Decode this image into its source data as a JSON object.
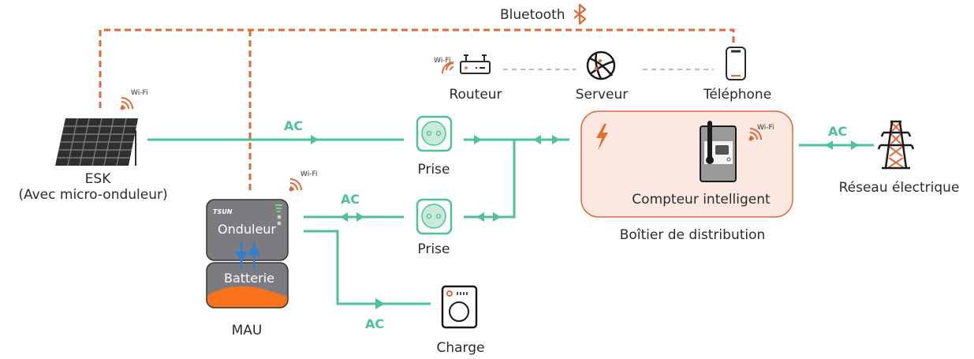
{
  "colors": {
    "ac_line": "#4cc295",
    "bluetooth_line": "#e0693a",
    "network_line": "#bdbdbd",
    "box_fill": "#fbe9e1",
    "box_border": "#e0693a",
    "device_gray": "#7c7c80",
    "battery_orange": "#f7721b",
    "arrow_blue": "#2f7fd0"
  },
  "links": {
    "bluetooth_label": "Bluetooth",
    "wifi_label": "Wi-Fi",
    "ac_label": "AC"
  },
  "nodes": {
    "esk": {
      "title": "ESK",
      "subtitle": "(Avec micro-onduleur)",
      "icon": "solar-panel-icon"
    },
    "mau": {
      "label": "MAU",
      "inverter_label": "Onduleur",
      "battery_label": "Batterie",
      "brand": "TSUN"
    },
    "router": {
      "label": "Routeur",
      "icon": "router-icon"
    },
    "server": {
      "label": "Serveur",
      "icon": "globe-icon"
    },
    "phone": {
      "label": "Téléphone",
      "icon": "phone-icon"
    },
    "socket_top": {
      "label": "Prise",
      "icon": "socket-icon"
    },
    "socket_bottom": {
      "label": "Prise",
      "icon": "socket-icon"
    },
    "load": {
      "label": "Charge",
      "icon": "washing-machine-icon"
    },
    "distribution_box": {
      "label": "Boîtier de distribution",
      "meter_label": "Compteur intelligent",
      "icon": "lightning-icon"
    },
    "grid": {
      "label": "Réseau électrique",
      "icon": "power-tower-icon"
    }
  }
}
